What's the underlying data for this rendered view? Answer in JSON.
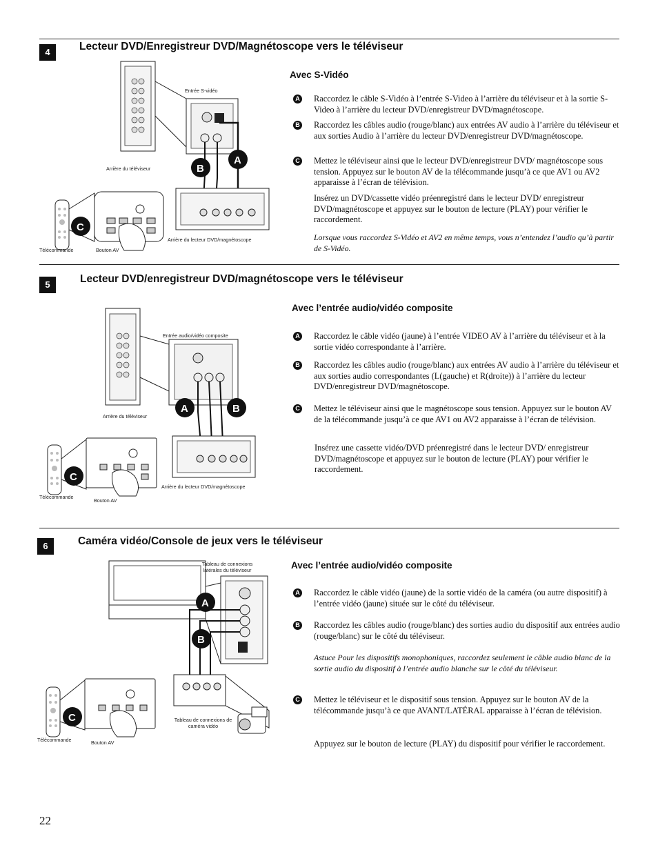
{
  "page_number": "22",
  "sections": [
    {
      "num": "4",
      "title": "Lecteur DVD/Enregistreur DVD/Magnétoscope vers le téléviseur",
      "subtitle": "Avec S-Vidéo",
      "steps": [
        {
          "letter": "A",
          "text": "Raccordez le câble S-Vidéo à l’entrée S-Video à l’arrière du téléviseur et à la sortie S-Video à l’arrière du lecteur DVD/enregistreur DVD/magnétoscope."
        },
        {
          "letter": "B",
          "text": "Raccordez les câbles audio (rouge/blanc) aux entrées AV audio à l’arrière du téléviseur et aux sorties Audio à l’arrière du lecteur DVD/enregistreur DVD/magnétoscope."
        },
        {
          "letter": "C",
          "text": "Mettez le téléviseur ainsi que le lecteur DVD/enregistreur DVD/ magnétoscope sous tension. Appuyez sur le bouton AV de la télécommande jusqu’à ce que AV1 ou AV2 apparaisse à l’écran de télévision."
        }
      ],
      "para1": "Insérez un DVD/cassette vidéo préenregistré dans le lecteur DVD/ enregistreur DVD/magnétoscope et appuyez sur le bouton de lecture (PLAY) pour vérifier le raccordement.",
      "note": "Lorsque vous raccordez S-Vidéo et AV2 en même temps, vous n’entendez l’audio qu’à partir de S-Vidéo.",
      "captions": {
        "input": "Entrée S-vidéo",
        "tv_back": "Arrière du téléviseur",
        "dvd_back": "Arrière du lecteur DVD/magnétoscope",
        "remote": "Télécommande",
        "av_button": "Bouton AV"
      }
    },
    {
      "num": "5",
      "title": "Lecteur DVD/enregistreur DVD/magnétoscope vers le téléviseur",
      "subtitle": "Avec l’entrée audio/vidéo composite",
      "steps": [
        {
          "letter": "A",
          "text": "Raccordez le câble vidéo (jaune) à l’entrée VIDEO AV à l’arrière du téléviseur et à la sortie vidéo correspondante à l’arrière."
        },
        {
          "letter": "B",
          "text": "Raccordez les câbles audio (rouge/blanc) aux entrées AV audio à l’arrière du téléviseur et aux sorties audio correspondantes (L(gauche) et R(droite)) à l’arrière du lecteur DVD/enregistreur DVD/magnétoscope."
        },
        {
          "letter": "C",
          "text": "Mettez le téléviseur ainsi que le magnétoscope sous tension. Appuyez sur le bouton AV de la télécommande jusqu’à ce que AV1 ou AV2 apparaisse à l’écran de télévision."
        }
      ],
      "para1": "Insérez une cassette vidéo/DVD préenregistré dans le lecteur DVD/ enregistreur DVD/magnétoscope et appuyez sur le bouton de lecture (PLAY) pour vérifier le raccordement.",
      "captions": {
        "input": "Entrée audio/vidéo composite",
        "tv_back": "Arrière du téléviseur",
        "dvd_back": "Arrière du lecteur DVD/magnétoscope",
        "remote": "Télécommande",
        "av_button": "Bouton AV"
      }
    },
    {
      "num": "6",
      "title": "Caméra vidéo/Console de jeux vers le téléviseur",
      "subtitle": "Avec l’entrée audio/vidéo composite",
      "steps": [
        {
          "letter": "A",
          "text": "Raccordez le câble vidéo (jaune) de la sortie vidéo de la caméra (ou autre dispositif) à l’entrée vidéo (jaune) située sur le côté du téléviseur."
        },
        {
          "letter": "B",
          "text": "Raccordez les câbles audio (rouge/blanc) des sorties audio du dispositif aux entrées audio (rouge/blanc) sur le côté du téléviseur."
        },
        {
          "letter": "C",
          "text": "Mettez le téléviseur et le dispositif sous tension. Appuyez sur le bouton AV de la télécommande jusqu’à ce que AVANT/LATÉRAL apparaisse à l’écran de télévision."
        }
      ],
      "tip": "Astuce Pour les dispositifs monophoniques, raccordez seulement le câble audio blanc de la sortie audio du dispositif à l’entrée audio blanche sur le côté du téléviseur.",
      "para1": "Appuyez sur le bouton de lecture (PLAY) du dispositif pour vérifier le raccordement.",
      "captions": {
        "tv_side": "Tableau de connexions latérales du téléviseur",
        "camera": "Tableau de connexions de caméra vidéo",
        "remote": "Télécommande",
        "av_button": "Bouton AV"
      }
    }
  ]
}
